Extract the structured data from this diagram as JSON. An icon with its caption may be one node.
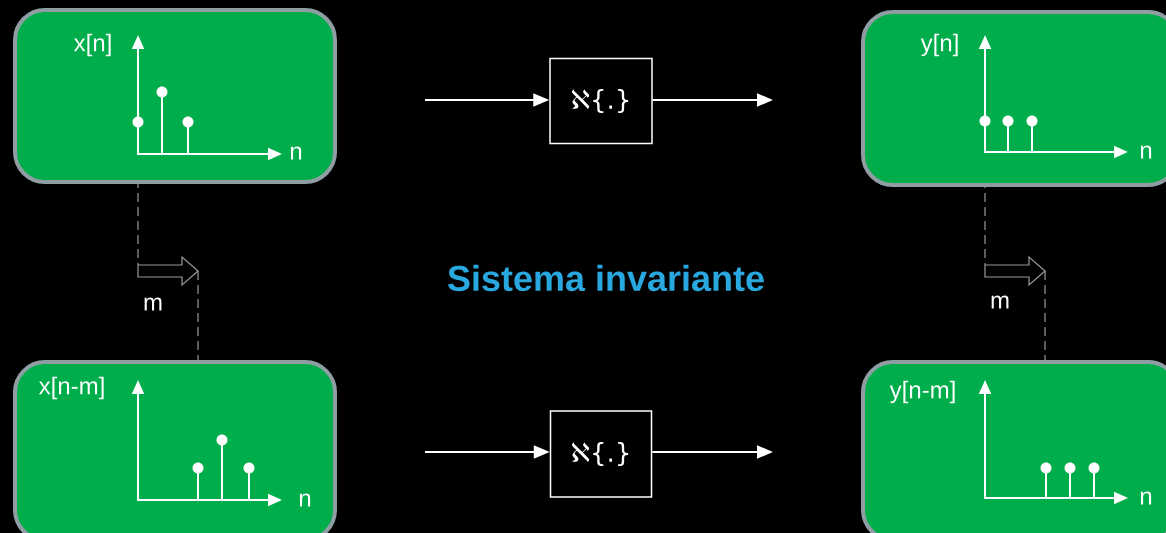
{
  "diagram": {
    "title": "Sistema  invariante",
    "nodes": [
      {
        "text": [
          "x[n]",
          "n"
        ]
      },
      {
        "text": [
          "ℵ{.}"
        ]
      },
      {
        "text": [
          "y[n]",
          "n"
        ]
      },
      {
        "text": [
          "x[n-m]",
          "n"
        ]
      },
      {
        "text": [
          "ℵ{.}"
        ]
      },
      {
        "text": [
          "y[n-m]",
          "n"
        ]
      }
    ],
    "edges": [
      {
        "from": null,
        "to": 1,
        "arrow": "to"
      },
      {
        "from": 1,
        "to": null,
        "arrow": "to"
      },
      {
        "from": null,
        "to": 4,
        "arrow": "to"
      },
      {
        "from": 4,
        "to": null,
        "arrow": "to"
      }
    ],
    "labels": [
      "m",
      "m"
    ]
  }
}
